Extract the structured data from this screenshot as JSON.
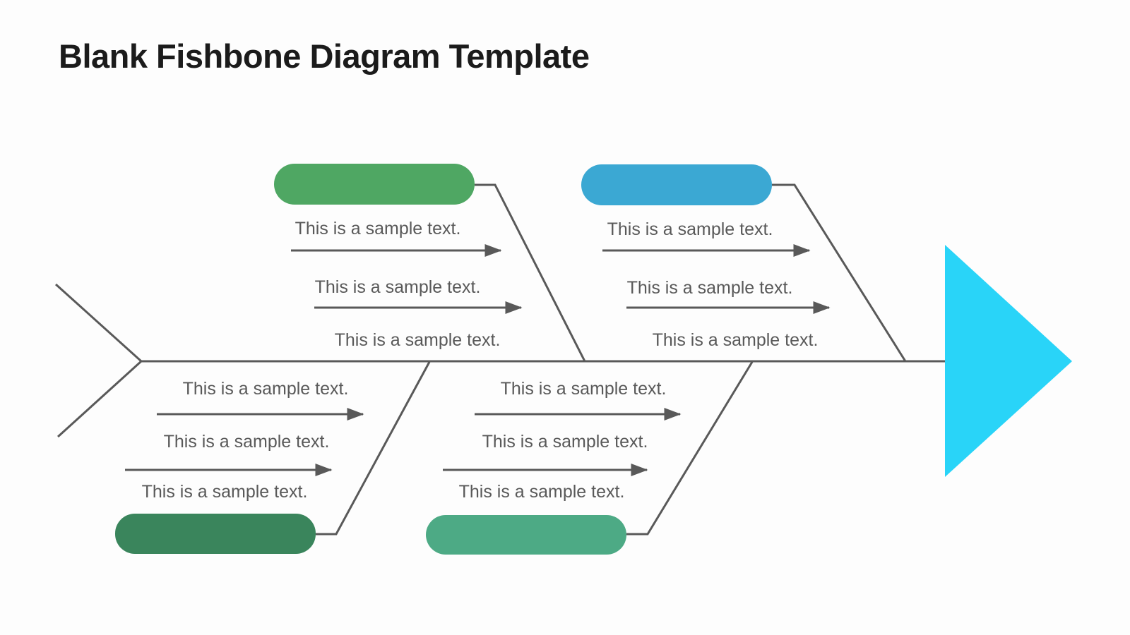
{
  "title": "Blank Fishbone Diagram Template",
  "colors": {
    "head": "#29d4f8",
    "line": "#595959",
    "text": "#595959",
    "title": "#1b1b1b"
  },
  "branches": [
    {
      "position": "top-left",
      "color": "#4fa763",
      "items": [
        "This is a sample text.",
        "This is a sample text.",
        "This is a sample text."
      ]
    },
    {
      "position": "top-right",
      "color": "#3ba8d3",
      "items": [
        "This is a sample text.",
        "This is a sample text.",
        "This is a sample text."
      ]
    },
    {
      "position": "bottom-left",
      "color": "#3a855c",
      "items": [
        "This is a sample text.",
        "This is a sample text.",
        "This is a sample text."
      ]
    },
    {
      "position": "bottom-middle",
      "color": "#4daa85",
      "items": [
        "This is a sample text.",
        "This is a sample text.",
        "This is a sample text."
      ]
    }
  ]
}
